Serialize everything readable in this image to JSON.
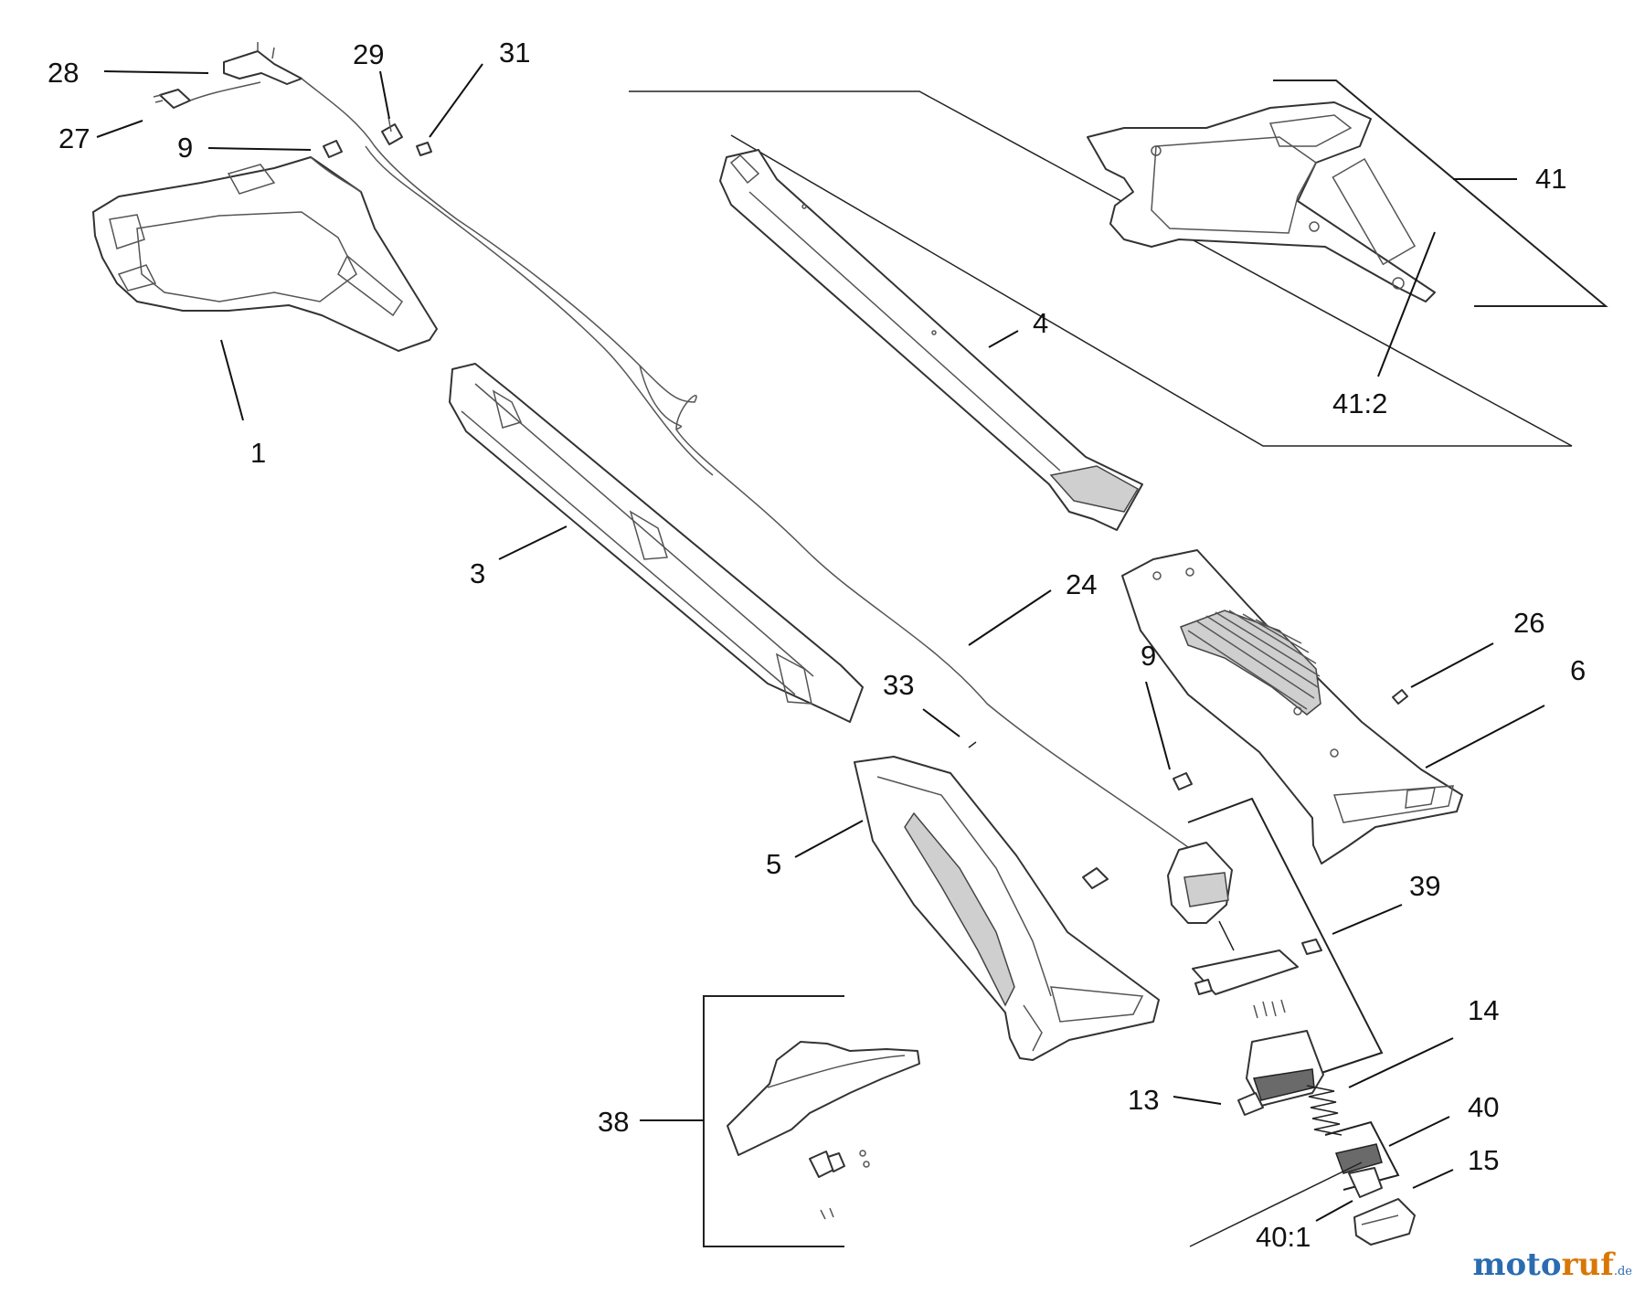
{
  "labels": {
    "p1": "1",
    "p3": "3",
    "p4": "4",
    "p5": "5",
    "p6": "6",
    "p9a": "9",
    "p9b": "9",
    "p13": "13",
    "p14": "14",
    "p15": "15",
    "p24": "24",
    "p26": "26",
    "p27": "27",
    "p28": "28",
    "p29": "29",
    "p31": "31",
    "p33": "33",
    "p38": "38",
    "p39": "39",
    "p40": "40",
    "p40_1": "40:1",
    "p41": "41",
    "p41_2": "41:2"
  },
  "watermark": {
    "part_a": "moto",
    "part_b": "ruf",
    "part_c": ".de"
  }
}
